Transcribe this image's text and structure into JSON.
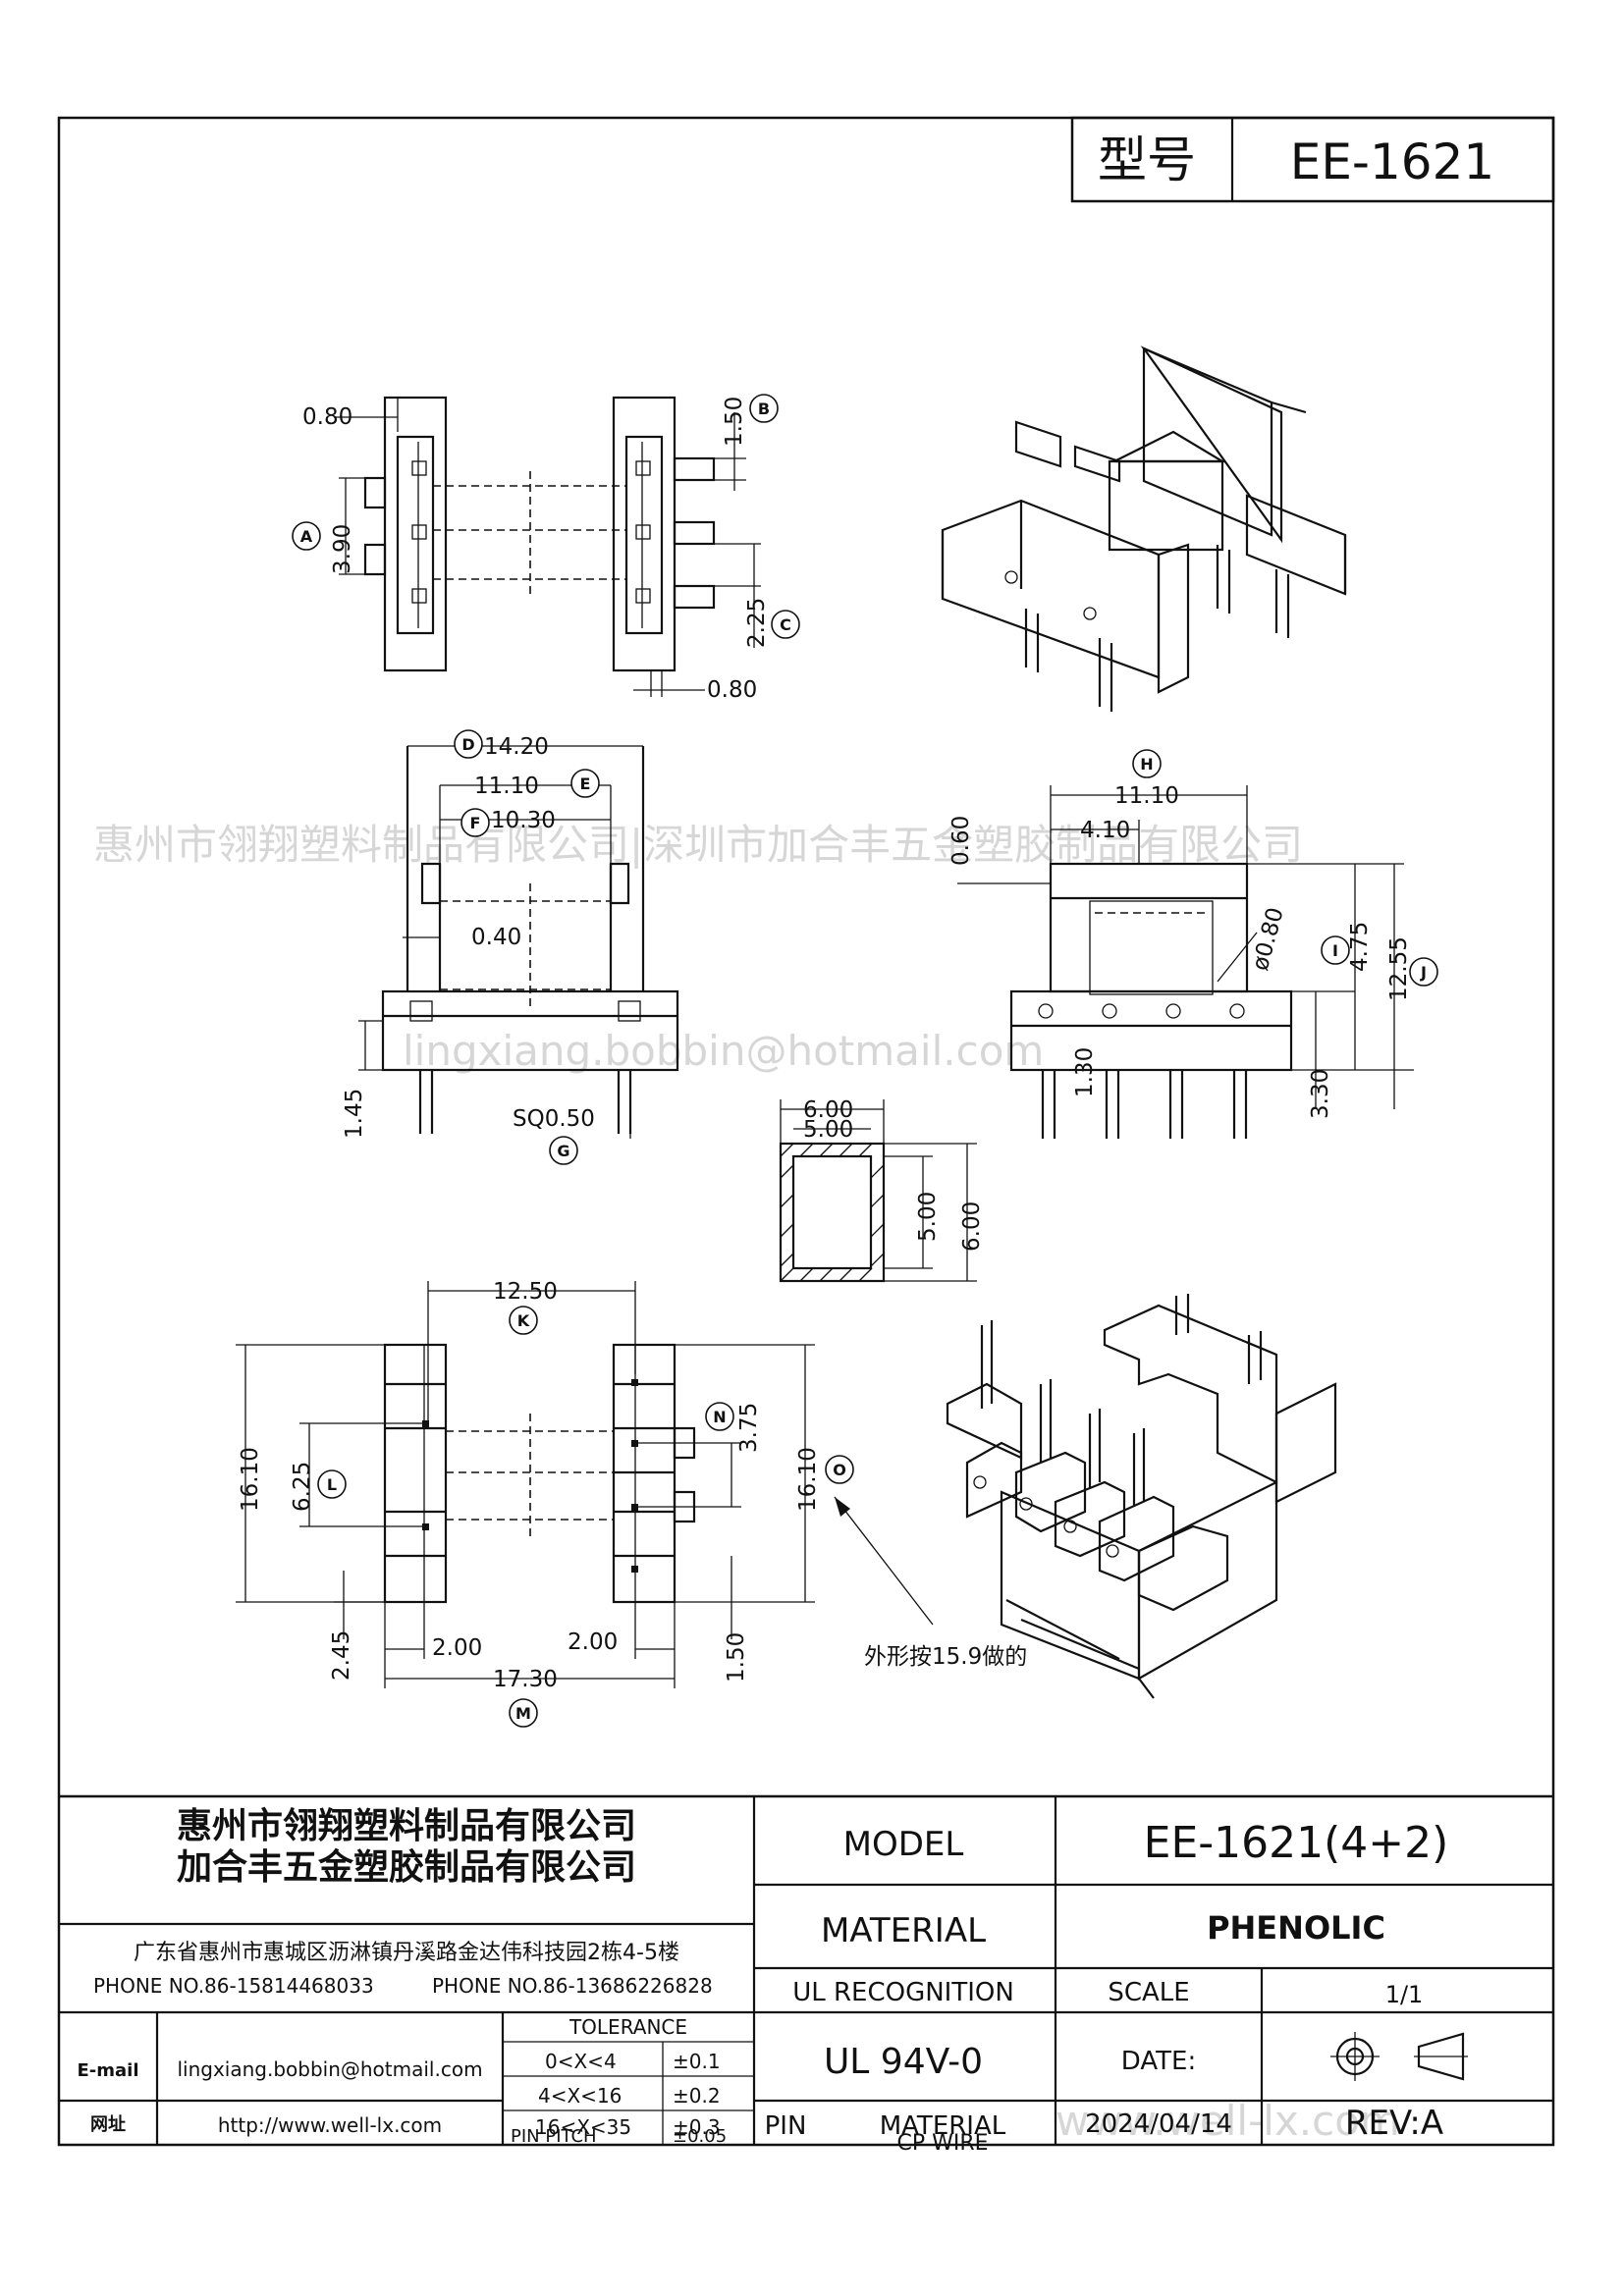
{
  "header": {
    "type_label": "型号",
    "model_no": "EE-1621"
  },
  "watermarks": {
    "company_line": "惠州市翎翔塑料制品有限公司|深圳市加合丰五金塑胶制品有限公司",
    "email_line": "lingxiang.bobbin@hotmail.com",
    "web_line": "www.well-lx.com"
  },
  "dimensions": {
    "top_view": {
      "d1": "0.80",
      "d2": "1.50",
      "d3": "3.90",
      "d4": "2.25",
      "d5": "0.80"
    },
    "front_view": {
      "d1": "14.20",
      "d2": "11.10",
      "d3": "10.30",
      "d4": "0.40",
      "d5": "1.45",
      "d6": "SQ0.50"
    },
    "side_view": {
      "d1": "11.10",
      "d2": "4.10",
      "d3": "0.60",
      "d4": "ø0.80",
      "d5": "4.75",
      "d6": "12.55",
      "d7": "1.30",
      "d8": "3.30"
    },
    "section": {
      "d1": "6.00",
      "d2": "5.00",
      "d3": "5.00",
      "d4": "6.00"
    },
    "bottom_view": {
      "d1": "12.50",
      "d2": "16.10",
      "d3": "6.25",
      "d4": "3.75",
      "d5": "16.10",
      "d6": "2.45",
      "d7": "2.00",
      "d8": "2.00",
      "d9": "1.50",
      "d10": "17.30"
    },
    "letters": [
      "A",
      "B",
      "C",
      "D",
      "E",
      "F",
      "G",
      "H",
      "I",
      "J",
      "K",
      "L",
      "M",
      "N",
      "O"
    ]
  },
  "note": "外形按15.9做的",
  "title_block": {
    "company1": "惠州市翎翔塑料制品有限公司",
    "company2": "加合丰五金塑胶制品有限公司",
    "address": "广东省惠州市惠城区沥淋镇丹溪路金达伟科技园2栋4-5楼",
    "phone1": "PHONE NO.86-15814468033",
    "phone2": "PHONE NO.86-13686226828",
    "email_label": "E-mail",
    "email": "lingxiang.bobbin@hotmail.com",
    "web_label": "网址",
    "web": "http://www.well-lx.com",
    "tolerance_title": "TOLERANCE",
    "tolerance_rows": [
      {
        "range": "0<X<4",
        "tol": "±0.1"
      },
      {
        "range": "4<X<16",
        "tol": "±0.2"
      },
      {
        "range": "16<X<35",
        "tol": "±0.3"
      },
      {
        "range": "PIN PITCH",
        "tol": "±0.05"
      }
    ],
    "model_label": "MODEL",
    "model_value": "EE-1621(4+2)",
    "material_label": "MATERIAL",
    "material_value": "PHENOLIC",
    "ul_label": "UL RECOGNITION",
    "ul_value": "UL 94V-0",
    "scale_label": "SCALE",
    "scale_value": "1/1",
    "date_label": "DATE:",
    "date_value": "2024/04/14",
    "pin_material_label1": "PIN",
    "pin_material_label2": "MATERIAL",
    "pin_material_value": "CP WIRE",
    "rev_label": "REV:A"
  }
}
